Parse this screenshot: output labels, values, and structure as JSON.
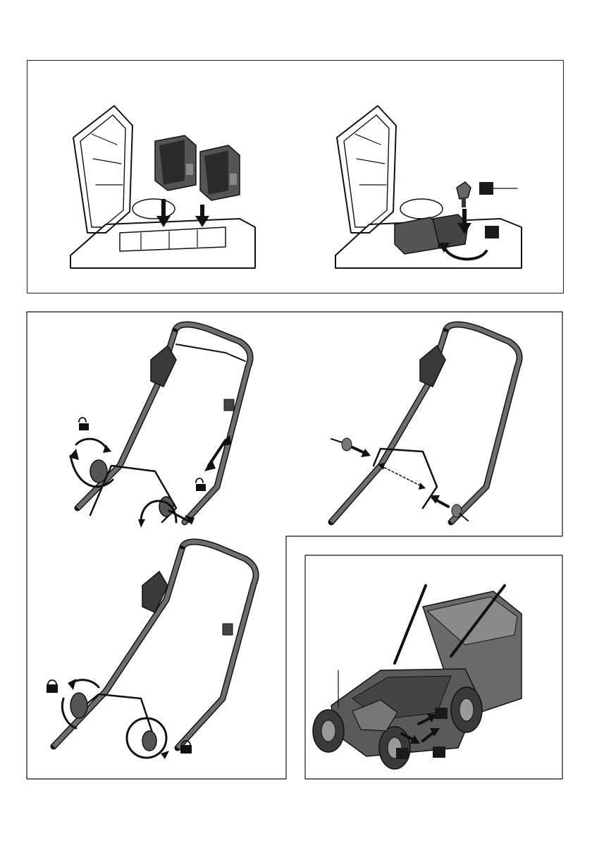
{
  "figures": [
    {
      "id": "battery-insert",
      "description_visible": false
    },
    {
      "id": "safety-key-insert",
      "description_visible": false
    },
    {
      "id": "handle-adjust-unlock",
      "description_visible": false
    },
    {
      "id": "handle-cross-bar",
      "description_visible": false
    },
    {
      "id": "handle-adjust-lock",
      "description_visible": false
    },
    {
      "id": "mower-assembled",
      "description_visible": false
    }
  ],
  "icons": {
    "unlock": "padlock-open-icon",
    "lock": "padlock-closed-icon",
    "callout": "black-square-marker-icon"
  },
  "colors": {
    "line": "#111111",
    "battery": "#555555",
    "battery_dark": "#2b2b2b",
    "handle": "#6e6e6e",
    "marker": "#1a1a1a"
  }
}
